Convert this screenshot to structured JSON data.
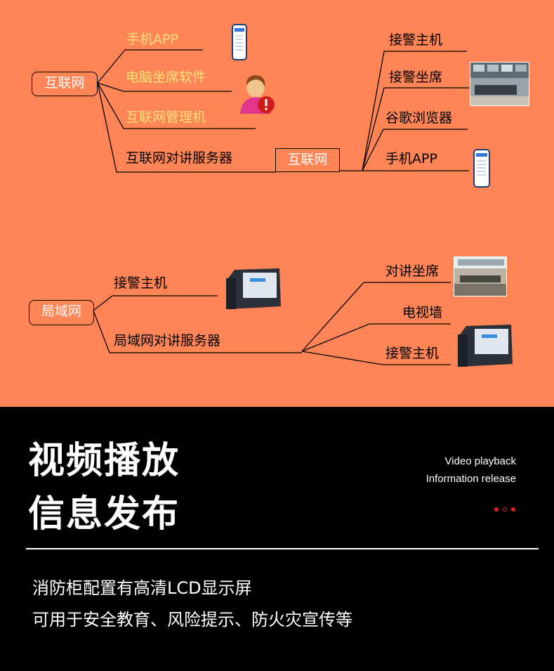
{
  "internet": {
    "root_label": "互联网",
    "branches": [
      "手机APP",
      "电脑坐席软件",
      "互联网管理机",
      "互联网对讲服务器"
    ],
    "hub_label": "互联网",
    "targets": [
      "接警主机",
      "接警坐席",
      "谷歌浏览器",
      "手机APP"
    ]
  },
  "lan": {
    "root_label": "局域网",
    "branches": [
      "接警主机",
      "局域网对讲服务器"
    ],
    "targets": [
      "对讲坐席",
      "电视墙",
      "接警主机"
    ]
  },
  "colors": {
    "background_top": "#ff8456",
    "highlight_text": "#ffe27a",
    "background_bottom": "#000000",
    "accent_dot": "#e0201c"
  },
  "icons": [
    "smartphone-icon",
    "user-alert-icon",
    "desk-phone-icon",
    "control-room-photo"
  ],
  "section": {
    "title_line1": "视频播放",
    "title_line2": "信息发布",
    "subtitle_en_line1": "Video playback",
    "subtitle_en_line2": "Information release",
    "desc_line1": "消防柜配置有高清LCD显示屏",
    "desc_line2": "可用于安全教育、风险提示、防火灾宣传等"
  }
}
